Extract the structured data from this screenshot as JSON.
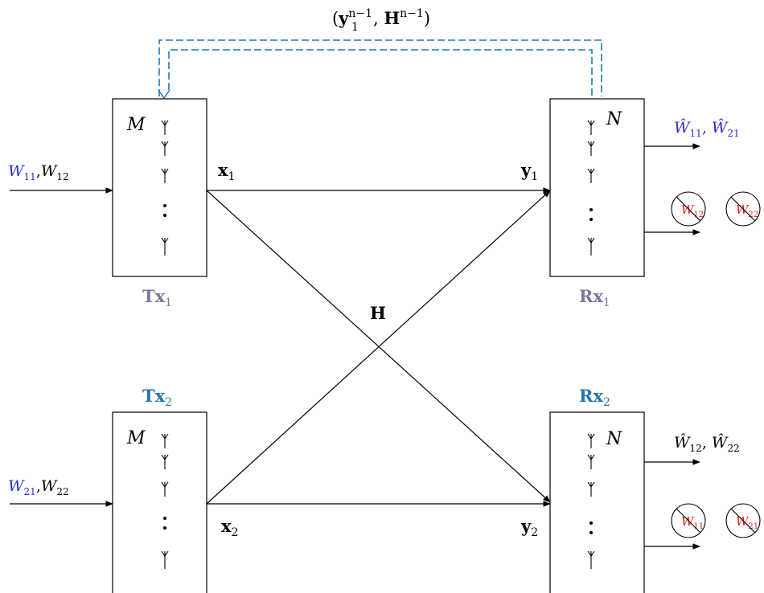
{
  "feedback": {
    "label_open": "(",
    "y": "y",
    "y_sub": "1",
    "y_sup": "n−1",
    "sep": ", ",
    "H": "H",
    "H_sup": "n−1",
    "label_close": ")"
  },
  "channel_label": "H",
  "tx1": {
    "name": "Tx",
    "sub": "1",
    "antenna_label": "M",
    "input_a": "W",
    "input_a_sub": "11",
    "input_sep": ",",
    "input_b": "W",
    "input_b_sub": "12",
    "signal": "x",
    "signal_sub": "1"
  },
  "tx2": {
    "name": "Tx",
    "sub": "2",
    "antenna_label": "M",
    "input_a": "W",
    "input_a_sub": "21",
    "input_sep": ",",
    "input_b": "W",
    "input_b_sub": "22",
    "signal": "x",
    "signal_sub": "2"
  },
  "rx1": {
    "name": "Rx",
    "sub": "1",
    "antenna_label": "N",
    "signal": "y",
    "signal_sub": "1",
    "decoded_a": "Ŵ",
    "decoded_a_sub": "11",
    "decoded_sep": ", ",
    "decoded_b": "Ŵ",
    "decoded_b_sub": "21",
    "crossed_a": "W",
    "crossed_a_sub": "12",
    "crossed_b": "W",
    "crossed_b_sub": "22"
  },
  "rx2": {
    "name": "Rx",
    "sub": "2",
    "antenna_label": "N",
    "signal": "y",
    "signal_sub": "2",
    "decoded_a": "Ŵ",
    "decoded_a_sub": "12",
    "decoded_sep": ", ",
    "decoded_b": "Ŵ",
    "decoded_b_sub": "22",
    "crossed_a": "W",
    "crossed_a_sub": "11",
    "crossed_b": "W",
    "crossed_b_sub": "21"
  },
  "colors": {
    "line": "#000000",
    "feedback": "#1f77b4",
    "tx1_label": "#7a7a9e",
    "tx2_label": "#1f77b4",
    "blue_text": "#2b2bdc",
    "red_text": "#e8201e"
  }
}
